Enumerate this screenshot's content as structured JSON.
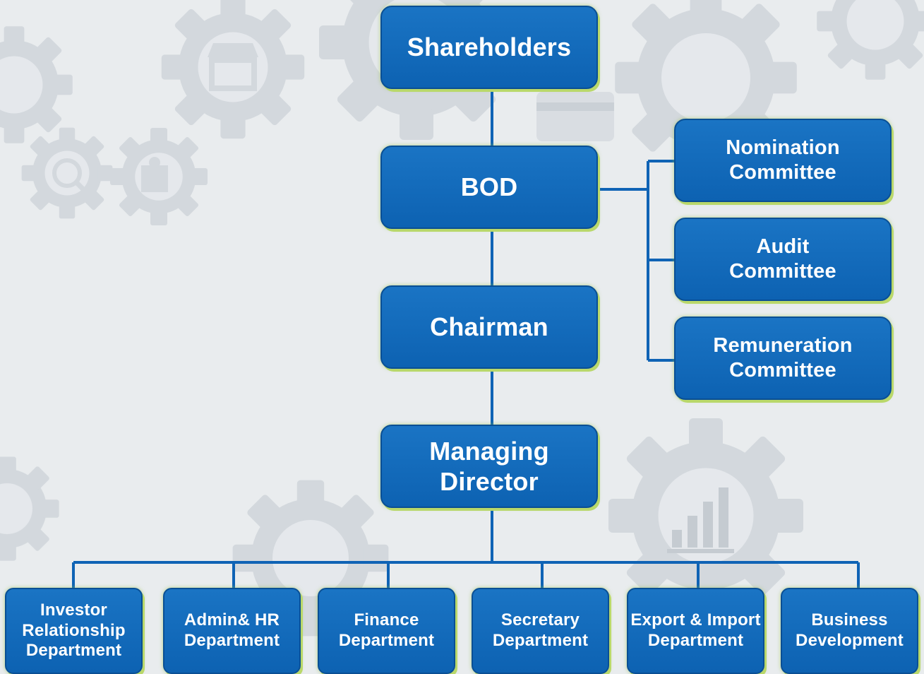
{
  "chart": {
    "nodes": {
      "shareholders": "Shareholders",
      "bod": "BOD",
      "chairman": "Chairman",
      "managing_director": "Managing\nDirector"
    },
    "committees": {
      "nomination": "Nomination\nCommittee",
      "audit": "Audit\nCommittee",
      "remuneration": "Remuneration\nCommittee"
    },
    "departments": {
      "investor_relationship": "Investor\nRelationship\nDepartment",
      "admin_hr": "Admin& HR\nDepartment",
      "finance": "Finance\nDepartment",
      "secretary": "Secretary\nDepartment",
      "export_import": "Export & Import\nDepartment",
      "business_development": "Business\nDevelopment"
    }
  },
  "colors": {
    "box_fill": "#1369bb",
    "box_border": "#0a4f94",
    "box_glow": "#b9d86a",
    "connector": "#0f63b5",
    "background": "#e9ecee",
    "gear": "#cdd3d8"
  },
  "background_icons": [
    "gear-icon",
    "store-icon",
    "search-icon",
    "puzzle-icon",
    "bar-chart-icon",
    "credit-card-icon"
  ]
}
